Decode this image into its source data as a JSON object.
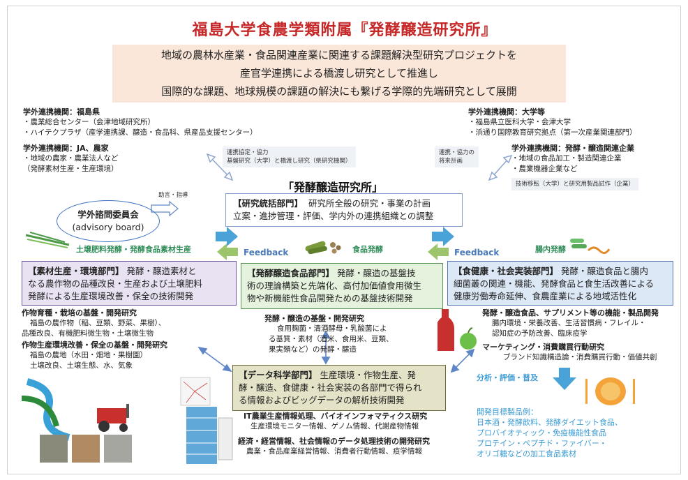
{
  "title": "福島大学食農学類附属『発酵醸造研究所』",
  "mission": [
    "地域の農林水産業・食品関連産業に関連する課題解決型研究プロジェクトを",
    "産官学連携による橋渡し研究として推進し",
    "国際的な課題、地球規模の課題の解決にも繋げる学際的先端研究として展開"
  ],
  "partners": {
    "fukushima": {
      "heading": "学外連携機関：福島県",
      "items": [
        "・農業総合センター（会津地域研究所）",
        "・ハイテクプラザ（産学連携課、醸造・食品科、県産品支援センター）"
      ]
    },
    "ja": {
      "heading": "学外連携機関：JA、農家",
      "items": [
        "・地域の農家・農業法人など",
        "（発酵素材生産・生産環境）"
      ]
    },
    "university": {
      "heading": "学外連携機関：大学等",
      "items": [
        "・福島県立医科大学・会津大学",
        "・浜通り国際教育研究拠点（第一次産業関連部門）"
      ]
    },
    "companies": {
      "heading": "学外連携機関：発酵・醸造関連企業",
      "items": [
        "・地域の食品加工・製造関連企業",
        "・農業機器企業など"
      ]
    }
  },
  "notes": {
    "left": [
      "連携協定・協力",
      "基盤研究（大学）と橋渡し研究（県研究機関）"
    ],
    "right": [
      "連携・協力の",
      "将来計画"
    ],
    "companies": "技術移転（大学）と研究用製品試作（企業）",
    "advice": "助言・指導"
  },
  "center_title": "「発酵醸造研究所」",
  "advisory": [
    "学外諮問委員会",
    "(advisory board)"
  ],
  "hq": {
    "name": "【研究統括部門】",
    "lines": [
      "研究所全般の研究・事業の計画",
      "立案・進捗管理・評価、学内外の連携組織との調整"
    ]
  },
  "themes": {
    "soil": "土壌肥料発酵・発酵食品素材生産",
    "food": "食品発酵",
    "gut": "腸内発酵",
    "feedback": "Feedback"
  },
  "divisions": {
    "material": {
      "name": "【素材生産・環境部門】",
      "lines": [
        "発酵・醸造素材と",
        "なる農作物の品種改良・生産および土壌肥料",
        "発酵による生産環境改善・保全の技術開発"
      ]
    },
    "brewing": {
      "name": "【発酵醸造食品部門】",
      "lines": [
        "発酵・醸造の基盤技",
        "術の理論構築と先端化、高付加価値食用微生",
        "物や新機能性食品開発ための基盤技術開発"
      ]
    },
    "health": {
      "name": "【食健康・社会実装部門】",
      "lines": [
        "発酵・醸造食品と腸内",
        "細菌叢の関連・機能、発酵食品と食生活改善による",
        "健康労働寿命延伸、食農産業による地域活性化"
      ]
    },
    "data": {
      "name": "【データ科学部門】",
      "lines": [
        "生産環境・作物生産、発",
        "酵・醸造、食健康・社会実装の各部門で得られ",
        "る情報およびビッグデータの解析技術開発"
      ]
    }
  },
  "research": {
    "crop": {
      "heading": "作物育種・栽培の基盤・開発研究",
      "items": [
        "福島の農作物（稲、豆類、野菜、果樹）、",
        "品種改良、有機肥料微生物・土壌微生物"
      ]
    },
    "environment": {
      "heading": "作物生産環境改善・保全の基盤・開発研究",
      "items": [
        "福島の農地（水田・畑地・果樹園）",
        "土壌改良、土壌生態、水、気象"
      ]
    },
    "brewing": {
      "heading": "発酵・醸造の基盤・開発研究",
      "items": [
        "食用麹菌・清酒酵母・乳酸菌によ",
        "る基質・素材（酒米、食用米、豆類、",
        "果実類など）の発酵・醸造"
      ]
    },
    "supplement": {
      "heading": "発酵・醸造食品、サプリメント等の機能・製品開発",
      "items": [
        "腸内環境・栄養改善、生活習慣病・フレイル・",
        "認知症の予防改善、臨床疫学"
      ]
    },
    "marketing": {
      "heading": "マーケティング・消費購買行動研究",
      "items": [
        "ブランド知識構造論・消費購買行動・価値共創"
      ]
    },
    "it": {
      "heading": "IT農業生産情報処理、バイオインフォマティクス研究",
      "items": [
        "生産環境モニター情報、ゲノム情報、代謝産物情報"
      ]
    },
    "economics": {
      "heading": "経済・経営情報、社会情報のデータ処理技術の開発研究",
      "items": [
        "農業・食品産業経営情報、消費者行動情報、疫学情報"
      ]
    }
  },
  "analysis": "分析・評価・普及",
  "products": {
    "heading": "開発目標製品例：",
    "items": [
      "日本酒・発酵飲料、発酵ダイエット食品、",
      "プロバイオティック・免疫機能性食品",
      "プロテイン・ペプチド・ファイバー・",
      "オリゴ糖などの加工食品素材"
    ]
  },
  "colors": {
    "title": "#c62828",
    "mission_bg": "#fbe6da",
    "material_bg": "#e8e2f2",
    "brewing_bg": "#e4f2de",
    "health_bg": "#dde8f7",
    "data_bg": "#e4e3c8",
    "arrow": "#4aa3d8",
    "feedback_arrow": "#9cc46a"
  }
}
